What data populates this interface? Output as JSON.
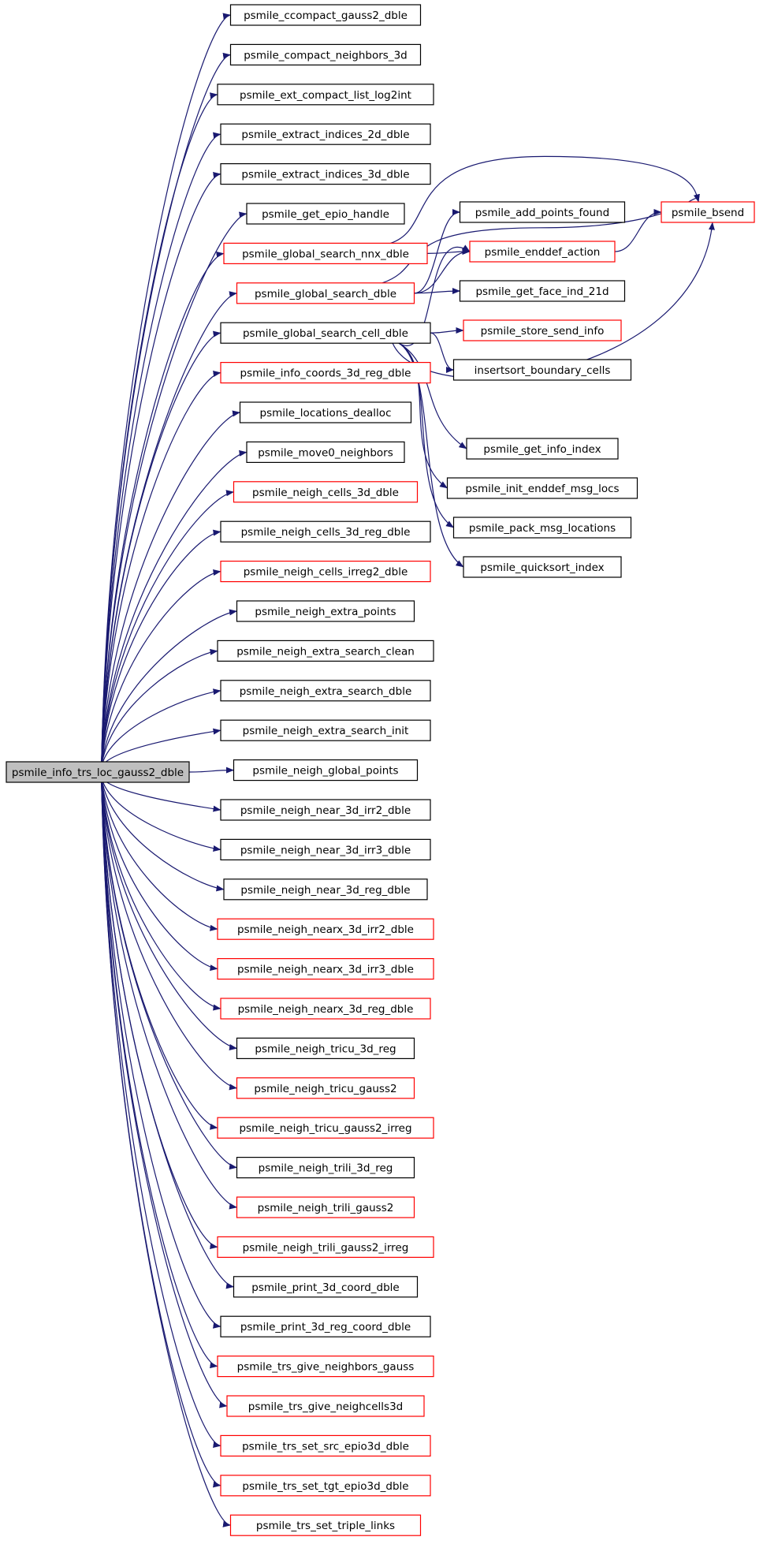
{
  "graph": {
    "root": "psmile_info_trs_loc_gauss2_dble",
    "colors": {
      "edge": "#191970",
      "root_fill": "#bfbfbf",
      "node_fill": "#ffffff",
      "border_default": "#000000",
      "border_highlight": "#ff0000"
    },
    "nodes": [
      {
        "id": "psmile_info_trs_loc_gauss2_dble",
        "label": "psmile_info_trs_loc_gauss2_dble",
        "style": "root"
      },
      {
        "id": "psmile_ccompact_gauss2_dble",
        "label": "psmile_ccompact_gauss2_dble",
        "style": "default"
      },
      {
        "id": "psmile_compact_neighbors_3d",
        "label": "psmile_compact_neighbors_3d",
        "style": "default"
      },
      {
        "id": "psmile_ext_compact_list_log2int",
        "label": "psmile_ext_compact_list_log2int",
        "style": "default"
      },
      {
        "id": "psmile_extract_indices_2d_dble",
        "label": "psmile_extract_indices_2d_dble",
        "style": "default"
      },
      {
        "id": "psmile_extract_indices_3d_dble",
        "label": "psmile_extract_indices_3d_dble",
        "style": "default"
      },
      {
        "id": "psmile_get_epio_handle",
        "label": "psmile_get_epio_handle",
        "style": "default"
      },
      {
        "id": "psmile_global_search_nnx_dble",
        "label": "psmile_global_search_nnx_dble",
        "style": "highlight"
      },
      {
        "id": "psmile_global_search_dble",
        "label": "psmile_global_search_dble",
        "style": "highlight"
      },
      {
        "id": "psmile_global_search_cell_dble",
        "label": "psmile_global_search_cell_dble",
        "style": "default"
      },
      {
        "id": "psmile_info_coords_3d_reg_dble",
        "label": "psmile_info_coords_3d_reg_dble",
        "style": "highlight"
      },
      {
        "id": "psmile_locations_dealloc",
        "label": "psmile_locations_dealloc",
        "style": "default"
      },
      {
        "id": "psmile_move0_neighbors",
        "label": "psmile_move0_neighbors",
        "style": "default"
      },
      {
        "id": "psmile_neigh_cells_3d_dble",
        "label": "psmile_neigh_cells_3d_dble",
        "style": "highlight"
      },
      {
        "id": "psmile_neigh_cells_3d_reg_dble",
        "label": "psmile_neigh_cells_3d_reg_dble",
        "style": "default"
      },
      {
        "id": "psmile_neigh_cells_irreg2_dble",
        "label": "psmile_neigh_cells_irreg2_dble",
        "style": "highlight"
      },
      {
        "id": "psmile_neigh_extra_points",
        "label": "psmile_neigh_extra_points",
        "style": "default"
      },
      {
        "id": "psmile_neigh_extra_search_clean",
        "label": "psmile_neigh_extra_search_clean",
        "style": "default"
      },
      {
        "id": "psmile_neigh_extra_search_dble",
        "label": "psmile_neigh_extra_search_dble",
        "style": "default"
      },
      {
        "id": "psmile_neigh_extra_search_init",
        "label": "psmile_neigh_extra_search_init",
        "style": "default"
      },
      {
        "id": "psmile_neigh_global_points",
        "label": "psmile_neigh_global_points",
        "style": "default"
      },
      {
        "id": "psmile_neigh_near_3d_irr2_dble",
        "label": "psmile_neigh_near_3d_irr2_dble",
        "style": "default"
      },
      {
        "id": "psmile_neigh_near_3d_irr3_dble",
        "label": "psmile_neigh_near_3d_irr3_dble",
        "style": "default"
      },
      {
        "id": "psmile_neigh_near_3d_reg_dble",
        "label": "psmile_neigh_near_3d_reg_dble",
        "style": "default"
      },
      {
        "id": "psmile_neigh_nearx_3d_irr2_dble",
        "label": "psmile_neigh_nearx_3d_irr2_dble",
        "style": "highlight"
      },
      {
        "id": "psmile_neigh_nearx_3d_irr3_dble",
        "label": "psmile_neigh_nearx_3d_irr3_dble",
        "style": "highlight"
      },
      {
        "id": "psmile_neigh_nearx_3d_reg_dble",
        "label": "psmile_neigh_nearx_3d_reg_dble",
        "style": "highlight"
      },
      {
        "id": "psmile_neigh_tricu_3d_reg",
        "label": "psmile_neigh_tricu_3d_reg",
        "style": "default"
      },
      {
        "id": "psmile_neigh_tricu_gauss2",
        "label": "psmile_neigh_tricu_gauss2",
        "style": "highlight"
      },
      {
        "id": "psmile_neigh_tricu_gauss2_irreg",
        "label": "psmile_neigh_tricu_gauss2_irreg",
        "style": "highlight"
      },
      {
        "id": "psmile_neigh_trili_3d_reg",
        "label": "psmile_neigh_trili_3d_reg",
        "style": "default"
      },
      {
        "id": "psmile_neigh_trili_gauss2",
        "label": "psmile_neigh_trili_gauss2",
        "style": "highlight"
      },
      {
        "id": "psmile_neigh_trili_gauss2_irreg",
        "label": "psmile_neigh_trili_gauss2_irreg",
        "style": "highlight"
      },
      {
        "id": "psmile_print_3d_coord_dble",
        "label": "psmile_print_3d_coord_dble",
        "style": "default"
      },
      {
        "id": "psmile_print_3d_reg_coord_dble",
        "label": "psmile_print_3d_reg_coord_dble",
        "style": "default"
      },
      {
        "id": "psmile_trs_give_neighbors_gauss",
        "label": "psmile_trs_give_neighbors_gauss",
        "style": "highlight"
      },
      {
        "id": "psmile_trs_give_neighcells3d",
        "label": "psmile_trs_give_neighcells3d",
        "style": "highlight"
      },
      {
        "id": "psmile_trs_set_src_epio3d_dble",
        "label": "psmile_trs_set_src_epio3d_dble",
        "style": "highlight"
      },
      {
        "id": "psmile_trs_set_tgt_epio3d_dble",
        "label": "psmile_trs_set_tgt_epio3d_dble",
        "style": "highlight"
      },
      {
        "id": "psmile_trs_set_triple_links",
        "label": "psmile_trs_set_triple_links",
        "style": "highlight"
      },
      {
        "id": "psmile_bsend",
        "label": "psmile_bsend",
        "style": "highlight"
      },
      {
        "id": "psmile_add_points_found",
        "label": "psmile_add_points_found",
        "style": "default"
      },
      {
        "id": "psmile_enddef_action",
        "label": "psmile_enddef_action",
        "style": "highlight"
      },
      {
        "id": "psmile_get_face_ind_21d",
        "label": "psmile_get_face_ind_21d",
        "style": "default"
      },
      {
        "id": "psmile_store_send_info",
        "label": "psmile_store_send_info",
        "style": "highlight"
      },
      {
        "id": "insertsort_boundary_cells",
        "label": "insertsort_boundary_cells",
        "style": "default"
      },
      {
        "id": "psmile_get_info_index",
        "label": "psmile_get_info_index",
        "style": "default"
      },
      {
        "id": "psmile_init_enddef_msg_locs",
        "label": "psmile_init_enddef_msg_locs",
        "style": "default"
      },
      {
        "id": "psmile_pack_msg_locations",
        "label": "psmile_pack_msg_locations",
        "style": "default"
      },
      {
        "id": "psmile_quicksort_index",
        "label": "psmile_quicksort_index",
        "style": "default"
      }
    ],
    "edges": [
      {
        "from": "psmile_info_trs_loc_gauss2_dble",
        "to": "psmile_ccompact_gauss2_dble"
      },
      {
        "from": "psmile_info_trs_loc_gauss2_dble",
        "to": "psmile_compact_neighbors_3d"
      },
      {
        "from": "psmile_info_trs_loc_gauss2_dble",
        "to": "psmile_ext_compact_list_log2int"
      },
      {
        "from": "psmile_info_trs_loc_gauss2_dble",
        "to": "psmile_extract_indices_2d_dble"
      },
      {
        "from": "psmile_info_trs_loc_gauss2_dble",
        "to": "psmile_extract_indices_3d_dble"
      },
      {
        "from": "psmile_info_trs_loc_gauss2_dble",
        "to": "psmile_get_epio_handle"
      },
      {
        "from": "psmile_info_trs_loc_gauss2_dble",
        "to": "psmile_global_search_nnx_dble"
      },
      {
        "from": "psmile_info_trs_loc_gauss2_dble",
        "to": "psmile_global_search_dble"
      },
      {
        "from": "psmile_info_trs_loc_gauss2_dble",
        "to": "psmile_global_search_cell_dble"
      },
      {
        "from": "psmile_info_trs_loc_gauss2_dble",
        "to": "psmile_info_coords_3d_reg_dble"
      },
      {
        "from": "psmile_info_trs_loc_gauss2_dble",
        "to": "psmile_locations_dealloc"
      },
      {
        "from": "psmile_info_trs_loc_gauss2_dble",
        "to": "psmile_move0_neighbors"
      },
      {
        "from": "psmile_info_trs_loc_gauss2_dble",
        "to": "psmile_neigh_cells_3d_dble"
      },
      {
        "from": "psmile_info_trs_loc_gauss2_dble",
        "to": "psmile_neigh_cells_3d_reg_dble"
      },
      {
        "from": "psmile_info_trs_loc_gauss2_dble",
        "to": "psmile_neigh_cells_irreg2_dble"
      },
      {
        "from": "psmile_info_trs_loc_gauss2_dble",
        "to": "psmile_neigh_extra_points"
      },
      {
        "from": "psmile_info_trs_loc_gauss2_dble",
        "to": "psmile_neigh_extra_search_clean"
      },
      {
        "from": "psmile_info_trs_loc_gauss2_dble",
        "to": "psmile_neigh_extra_search_dble"
      },
      {
        "from": "psmile_info_trs_loc_gauss2_dble",
        "to": "psmile_neigh_extra_search_init"
      },
      {
        "from": "psmile_info_trs_loc_gauss2_dble",
        "to": "psmile_neigh_global_points"
      },
      {
        "from": "psmile_info_trs_loc_gauss2_dble",
        "to": "psmile_neigh_near_3d_irr2_dble"
      },
      {
        "from": "psmile_info_trs_loc_gauss2_dble",
        "to": "psmile_neigh_near_3d_irr3_dble"
      },
      {
        "from": "psmile_info_trs_loc_gauss2_dble",
        "to": "psmile_neigh_near_3d_reg_dble"
      },
      {
        "from": "psmile_info_trs_loc_gauss2_dble",
        "to": "psmile_neigh_nearx_3d_irr2_dble"
      },
      {
        "from": "psmile_info_trs_loc_gauss2_dble",
        "to": "psmile_neigh_nearx_3d_irr3_dble"
      },
      {
        "from": "psmile_info_trs_loc_gauss2_dble",
        "to": "psmile_neigh_nearx_3d_reg_dble"
      },
      {
        "from": "psmile_info_trs_loc_gauss2_dble",
        "to": "psmile_neigh_tricu_3d_reg"
      },
      {
        "from": "psmile_info_trs_loc_gauss2_dble",
        "to": "psmile_neigh_tricu_gauss2"
      },
      {
        "from": "psmile_info_trs_loc_gauss2_dble",
        "to": "psmile_neigh_tricu_gauss2_irreg"
      },
      {
        "from": "psmile_info_trs_loc_gauss2_dble",
        "to": "psmile_neigh_trili_3d_reg"
      },
      {
        "from": "psmile_info_trs_loc_gauss2_dble",
        "to": "psmile_neigh_trili_gauss2"
      },
      {
        "from": "psmile_info_trs_loc_gauss2_dble",
        "to": "psmile_neigh_trili_gauss2_irreg"
      },
      {
        "from": "psmile_info_trs_loc_gauss2_dble",
        "to": "psmile_print_3d_coord_dble"
      },
      {
        "from": "psmile_info_trs_loc_gauss2_dble",
        "to": "psmile_print_3d_reg_coord_dble"
      },
      {
        "from": "psmile_info_trs_loc_gauss2_dble",
        "to": "psmile_trs_give_neighbors_gauss"
      },
      {
        "from": "psmile_info_trs_loc_gauss2_dble",
        "to": "psmile_trs_give_neighcells3d"
      },
      {
        "from": "psmile_info_trs_loc_gauss2_dble",
        "to": "psmile_trs_set_src_epio3d_dble"
      },
      {
        "from": "psmile_info_trs_loc_gauss2_dble",
        "to": "psmile_trs_set_tgt_epio3d_dble"
      },
      {
        "from": "psmile_info_trs_loc_gauss2_dble",
        "to": "psmile_trs_set_triple_links"
      },
      {
        "from": "psmile_global_search_nnx_dble",
        "to": "psmile_bsend"
      },
      {
        "from": "psmile_global_search_nnx_dble",
        "to": "psmile_enddef_action"
      },
      {
        "from": "psmile_global_search_dble",
        "to": "psmile_bsend"
      },
      {
        "from": "psmile_global_search_dble",
        "to": "psmile_add_points_found"
      },
      {
        "from": "psmile_global_search_dble",
        "to": "psmile_enddef_action"
      },
      {
        "from": "psmile_global_search_dble",
        "to": "psmile_get_face_ind_21d"
      },
      {
        "from": "psmile_global_search_cell_dble",
        "to": "psmile_enddef_action"
      },
      {
        "from": "psmile_global_search_cell_dble",
        "to": "psmile_store_send_info"
      },
      {
        "from": "psmile_global_search_cell_dble",
        "to": "insertsort_boundary_cells"
      },
      {
        "from": "psmile_global_search_cell_dble",
        "to": "psmile_bsend"
      },
      {
        "from": "psmile_global_search_cell_dble",
        "to": "psmile_get_info_index"
      },
      {
        "from": "psmile_global_search_cell_dble",
        "to": "psmile_init_enddef_msg_locs"
      },
      {
        "from": "psmile_global_search_cell_dble",
        "to": "psmile_pack_msg_locations"
      },
      {
        "from": "psmile_global_search_cell_dble",
        "to": "psmile_quicksort_index"
      },
      {
        "from": "psmile_enddef_action",
        "to": "psmile_bsend"
      }
    ]
  }
}
